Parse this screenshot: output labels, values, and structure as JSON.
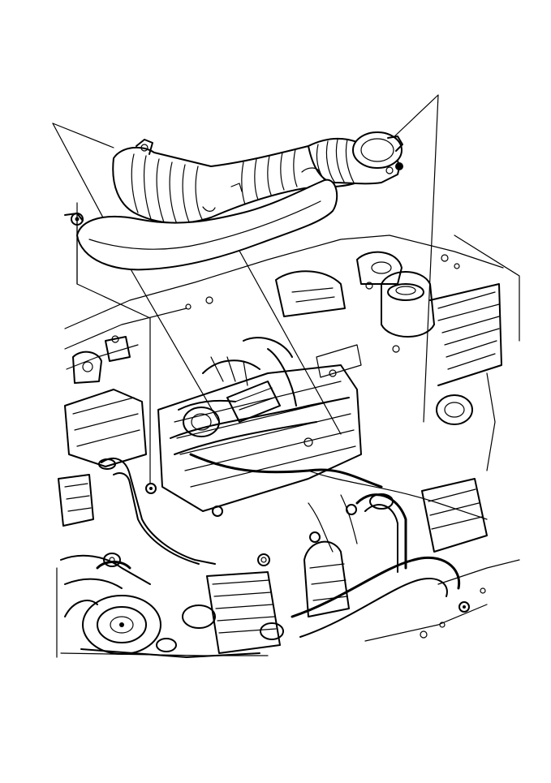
{
  "diagram": {
    "title": "",
    "line_color": "#000000",
    "background_color": "#ffffff",
    "callouts": [
      {
        "id": "hose-left-end-callout"
      },
      {
        "id": "hose-mid-callout"
      },
      {
        "id": "hose-clamp-callout"
      },
      {
        "id": "throttle-body-callout"
      },
      {
        "id": "mounting-bolt-callout"
      }
    ]
  }
}
